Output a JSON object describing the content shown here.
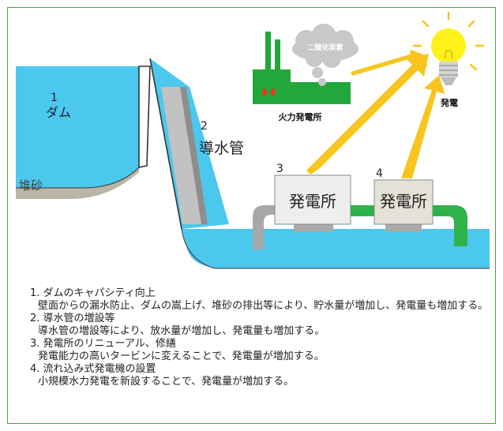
{
  "colors": {
    "border": "#4aa63a",
    "water": "#4cc8ee",
    "pipe_green": "#2fb24a",
    "arrow_yellow": "#f7c51e",
    "bulb_yellow": "#fff21a",
    "smoke": "#c8c8c8",
    "factory_green": "#21a73b"
  },
  "diagram": {
    "dam_number": "1",
    "dam_label": "ダム",
    "sediment_label": "堆砂",
    "penstock_number": "2",
    "penstock_label": "導水管",
    "plant_number": "3",
    "plant_label": "発電所",
    "plant2_number": "4",
    "plant2_label": "発電所",
    "co2_label": "二酸化炭素",
    "thermal_label": "火力発電所",
    "bulb_label": "発電"
  },
  "notes": [
    {
      "title": "1. ダムのキャパシティ向上",
      "desc": "壁面からの漏水防止、ダムの嵩上げ、堆砂の排出等により、貯水量が増加し、発電量も増加する。"
    },
    {
      "title": "2. 導水管の増設等",
      "desc": "導水管の増設等により、放水量が増加し、発電量も増加する。"
    },
    {
      "title": "3. 発電所のリニューアル、修繕",
      "desc": "発電能力の高いタービンに変えることで、発電量が増加する。"
    },
    {
      "title": "4. 流れ込み式発電機の設置",
      "desc": "小規模水力発電を新設することで、発電量が増加する。"
    }
  ]
}
